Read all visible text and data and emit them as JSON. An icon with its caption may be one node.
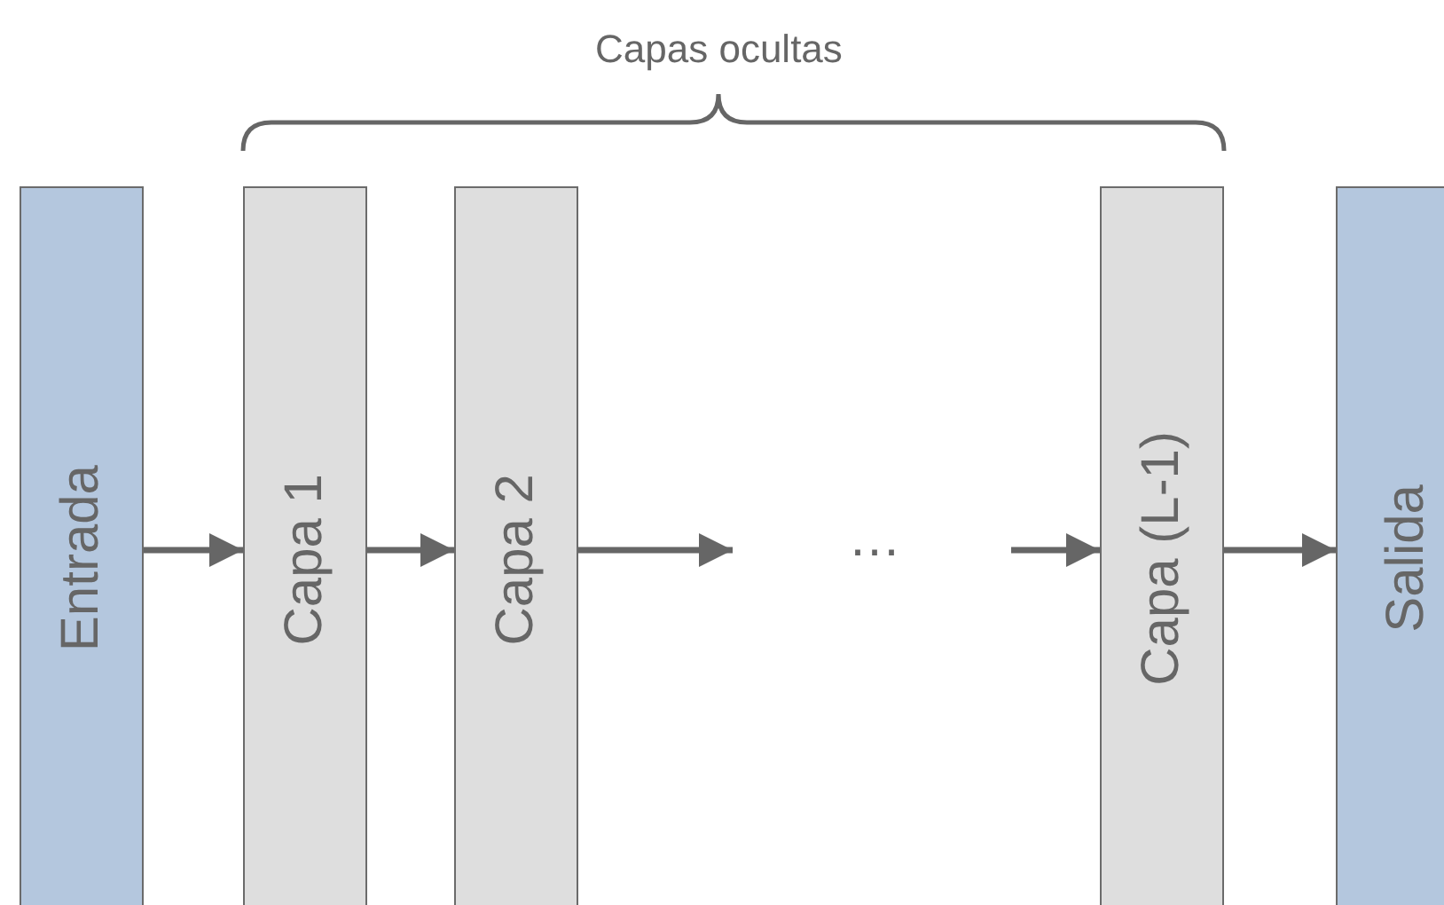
{
  "diagram": {
    "nodes": [
      {
        "text": [
          "Entrada"
        ]
      },
      {
        "text": [
          "Capa 1"
        ]
      },
      {
        "text": [
          "Capa 2"
        ]
      },
      {
        "text": [
          "Capa (L-1)"
        ]
      },
      {
        "text": [
          "Salida"
        ]
      }
    ],
    "edges": [
      {
        "from": 0,
        "to": 1,
        "arrow": "to"
      },
      {
        "from": 1,
        "to": 2,
        "arrow": "to"
      },
      {
        "from": 2,
        "to": null,
        "arrow": "to"
      },
      {
        "from": null,
        "to": 3,
        "arrow": "to"
      },
      {
        "from": 3,
        "to": 4,
        "arrow": "to"
      }
    ],
    "labels": [
      "Capas ocultas",
      "…"
    ]
  }
}
